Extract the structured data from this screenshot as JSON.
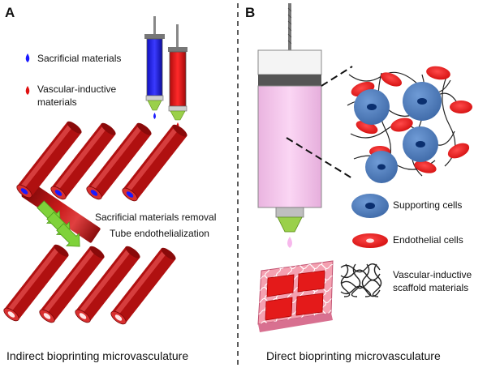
{
  "panel_a": {
    "letter": "A",
    "legend": {
      "sacrificial": "Sacrificial materials",
      "vascular_inductive_line1": "Vascular-inductive",
      "vascular_inductive_line2": "materials"
    },
    "steps": {
      "removal": "Sacrificial materials removal",
      "endothelialization": "Tube endothelialization"
    },
    "caption": "Indirect bioprinting microvasculature"
  },
  "panel_b": {
    "letter": "B",
    "legend": {
      "supporting_cells": "Supporting cells",
      "endothelial_cells": "Endothelial cells",
      "scaffold_line1": "Vascular-inductive",
      "scaffold_line2": "scaffold materials"
    },
    "caption": "Direct bioprinting microvasculature"
  },
  "colors": {
    "sacrificial": "#1a1aff",
    "vascular": "#e01010",
    "tube": "#b01010",
    "tube_highlight": "#e04848",
    "nozzle": "#9ad04a",
    "arrow": "#7fd23a",
    "supporting_cell": "#4f7fbf",
    "nucleus": "#0a2f6f",
    "bioink": "#f7c8ee",
    "scaffold_block": "#f4a0b0"
  }
}
